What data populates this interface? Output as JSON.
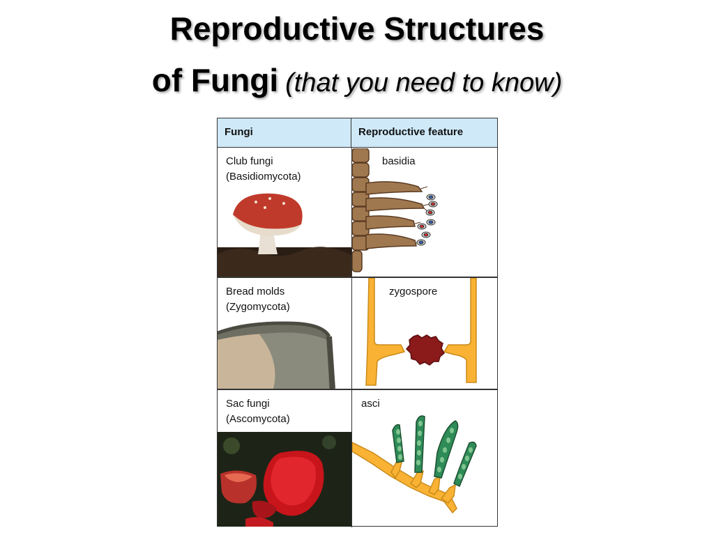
{
  "title": {
    "line1": "Reproductive Structures",
    "line2_bold": "of Fungi",
    "line2_italic": "(that you need to know)"
  },
  "table": {
    "headers": [
      "Fungi",
      "Reproductive feature"
    ],
    "rows": [
      {
        "fungi": "Club fungi",
        "phylum": "(Basidiomycota)",
        "feature": "basidia",
        "image": "mushroom-photo",
        "diagram": "basidia-diagram"
      },
      {
        "fungi": "Bread molds",
        "phylum": "(Zygomycota)",
        "feature": "zygospore",
        "image": "moldy-bread-photo",
        "diagram": "zygospore-diagram"
      },
      {
        "fungi": "Sac fungi",
        "phylum": "(Ascomycota)",
        "feature": "asci",
        "image": "cup-fungi-photo",
        "diagram": "asci-diagram"
      }
    ]
  },
  "colors": {
    "header_bg": "#cfe9f8",
    "hypha": "#f9b233",
    "zygospore": "#8b1a1a",
    "ascus": "#2e8b57",
    "basidium": "#a0784f"
  }
}
